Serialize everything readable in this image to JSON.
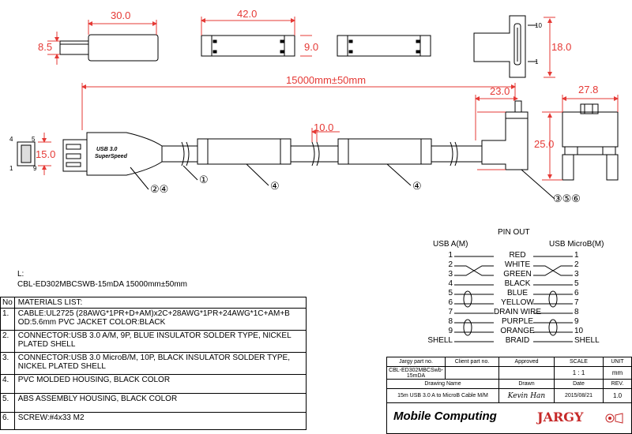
{
  "dimensions": {
    "d30": "30.0",
    "d42": "42.0",
    "d8_5": "8.5",
    "d9": "9.0",
    "d18": "18.0",
    "d15000": "15000mm±50mm",
    "d23": "23.0",
    "d27_8": "27.8",
    "d10": "10.0",
    "d15": "15.0",
    "d25": "25.0",
    "pin10": "10",
    "pin1": "1",
    "usbA_pins": [
      "4",
      "5",
      "1",
      "9"
    ]
  },
  "callouts": {
    "c24": "②④",
    "c1": "①",
    "c4a": "④",
    "c4b": "④",
    "c356": "③⑤⑥"
  },
  "plug_text": {
    "line1": "USB 3.0",
    "line2": "SuperSpeed"
  },
  "part": {
    "label": "L:",
    "number": "CBL-ED302MBCSWB-15mDA  15000mm±50mm"
  },
  "pinout": {
    "title": "PIN OUT",
    "left_header": "USB A(M)",
    "right_header": "USB MicroB(M)",
    "rows": [
      {
        "left": "1",
        "name": "RED",
        "right": "1"
      },
      {
        "left": "2",
        "name": "WHITE",
        "right": "2"
      },
      {
        "left": "3",
        "name": "GREEN",
        "right": "3"
      },
      {
        "left": "4",
        "name": "BLACK",
        "right": "5"
      },
      {
        "left": "5",
        "name": "BLUE",
        "right": "6"
      },
      {
        "left": "6",
        "name": "YELLOW",
        "right": "7"
      },
      {
        "left": "7",
        "name": "DRAIN WIRE",
        "right": "8"
      },
      {
        "left": "8",
        "name": "PURPLE",
        "right": "9"
      },
      {
        "left": "9",
        "name": "ORANGE",
        "right": "10"
      },
      {
        "left": "SHELL",
        "name": "BRAID",
        "right": "SHELL"
      }
    ]
  },
  "materials": {
    "header_no": "No",
    "header_title": "MATERIALS LIST:",
    "rows": [
      {
        "no": "1.",
        "text": "CABLE:UL2725 (28AWG*1PR+D+AM)x2C+28AWG*1PR+24AWG*1C+AM+B OD:5.6mm  PVC JACKET COLOR:BLACK"
      },
      {
        "no": "2.",
        "text": "CONNECTOR:USB 3.0 A/M, 9P, BLUE INSULATOR SOLDER TYPE, NICKEL PLATED SHELL"
      },
      {
        "no": "3.",
        "text": "CONNECTOR:USB 3.0 MicroB/M, 10P, BLACK INSULATOR SOLDER TYPE, NICKEL PLATED SHELL"
      },
      {
        "no": "4.",
        "text": "PVC MOLDED HOUSING, BLACK COLOR"
      },
      {
        "no": "5.",
        "text": "ABS ASSEMBLY HOUSING, BLACK COLOR"
      },
      {
        "no": "6.",
        "text": "SCREW:#4x33 M2"
      }
    ]
  },
  "titleblock": {
    "h_jargy": "Jargy part no.",
    "h_client": "Client part no.",
    "h_approved": "Approved",
    "h_scale": "SCALE",
    "h_unit": "UNIT",
    "jargy_no": "CBL-ED302MBCSwb-15mDA",
    "scale": "1 : 1",
    "unit": "mm",
    "h_drawing_name": "Drawing Name",
    "h_drawn": "Drawn",
    "h_date": "Date",
    "h_rev": "REV.",
    "drawing_name": "15m USB 3.0 A to MicroB Cable M/M",
    "drawn": "Kevin Han",
    "date": "2015/08/21",
    "rev": "1.0",
    "brand1": "Mobile Computing",
    "brand2": "JARGY"
  },
  "colors": {
    "dimension": "#e53935",
    "line": "#000000"
  }
}
